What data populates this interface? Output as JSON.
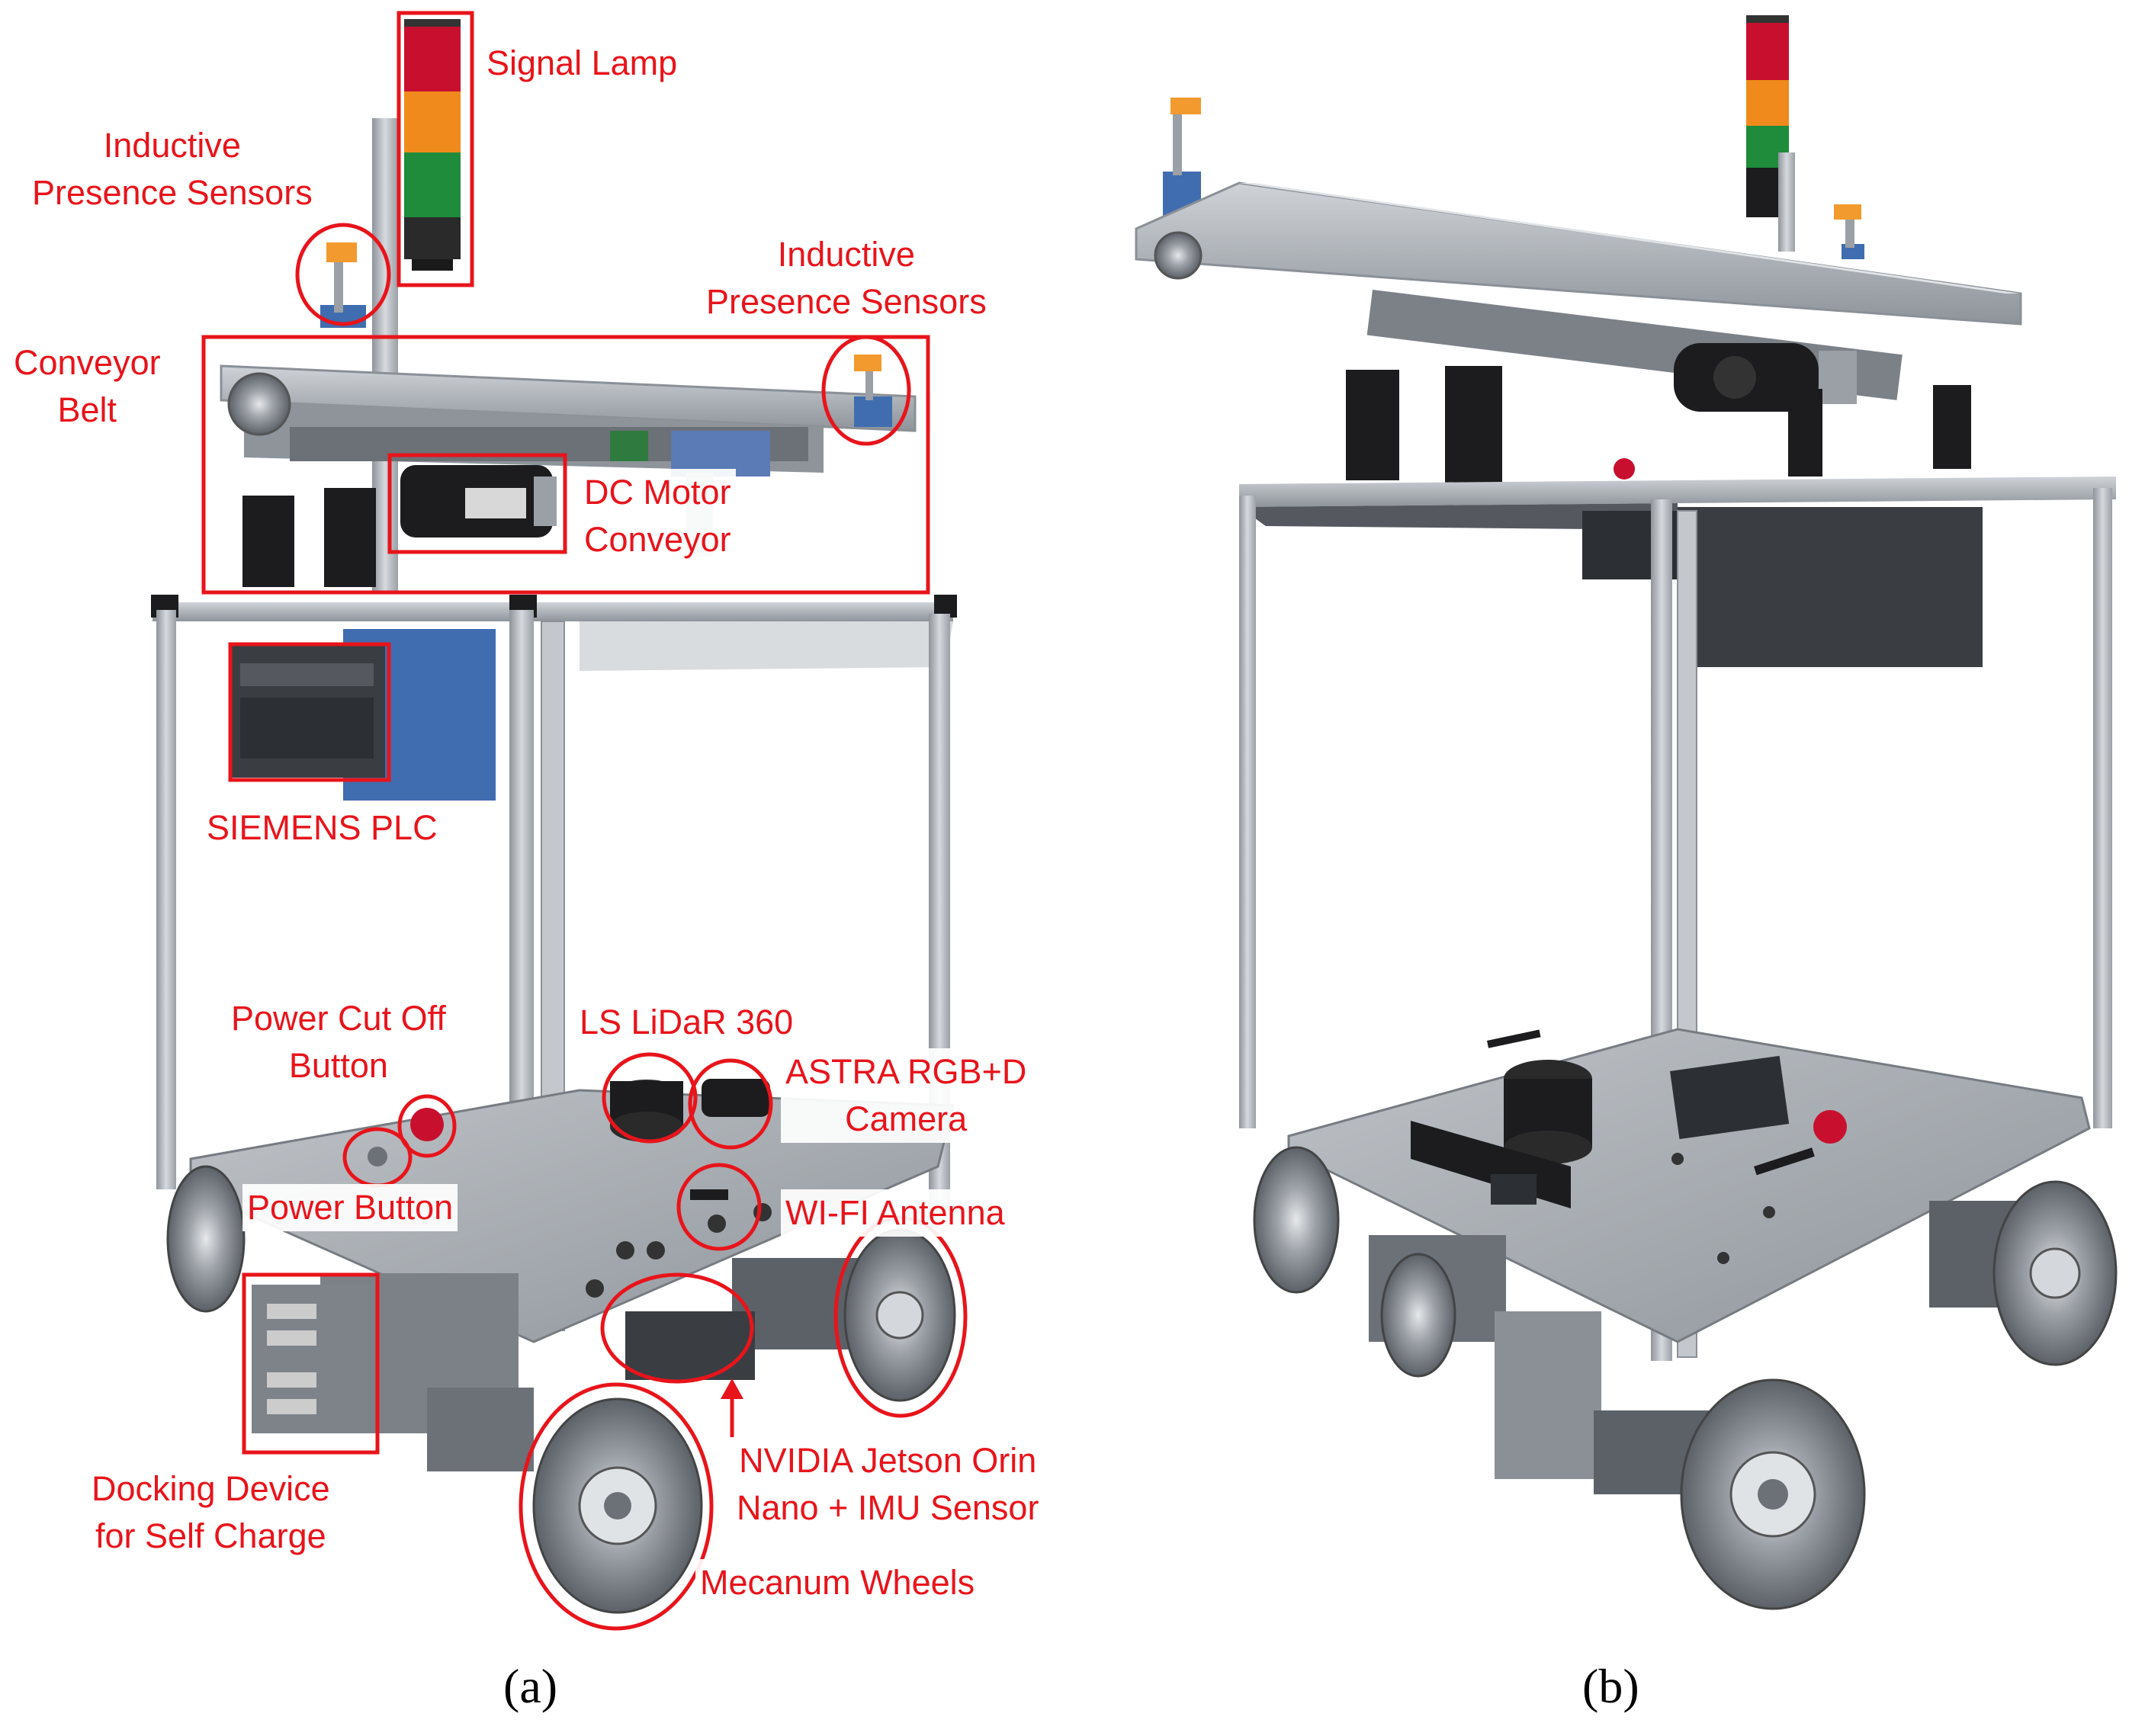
{
  "panel_a": {
    "caption": "(a)",
    "labels": {
      "signal_lamp": "Signal Lamp",
      "inductive_left": "Inductive\nPresence Sensors",
      "inductive_right": "Inductive\nPresence Sensors",
      "conveyor_belt": "Conveyor\nBelt",
      "dc_motor": "DC Motor\nConveyor",
      "siemens_plc": "SIEMENS PLC",
      "power_cut_off": "Power Cut Off\nButton",
      "lidar": "LS LiDaR 360",
      "astra_camera": "ASTRA RGB+D\nCamera",
      "power_button": "Power Button",
      "wifi_antenna": "WI-FI Antenna",
      "docking_device": "Docking Device\nfor Self Charge",
      "nvidia_jetson": "NVIDIA Jetson Orin\nNano + IMU Sensor",
      "mecanum_wheels": "Mecanum Wheels"
    }
  },
  "panel_b": {
    "caption": "(b)"
  },
  "colors": {
    "annotation": "#e8141b",
    "frame": "#b9bec4",
    "frame_dark": "#8b9097",
    "plate": "#a8adb3",
    "black": "#1c1c1e",
    "blue": "#3f6db0",
    "lamp_red": "#c8102e",
    "lamp_orange": "#f08a1c",
    "lamp_green": "#1e8c3a",
    "orange_sensor": "#f29a2e"
  }
}
